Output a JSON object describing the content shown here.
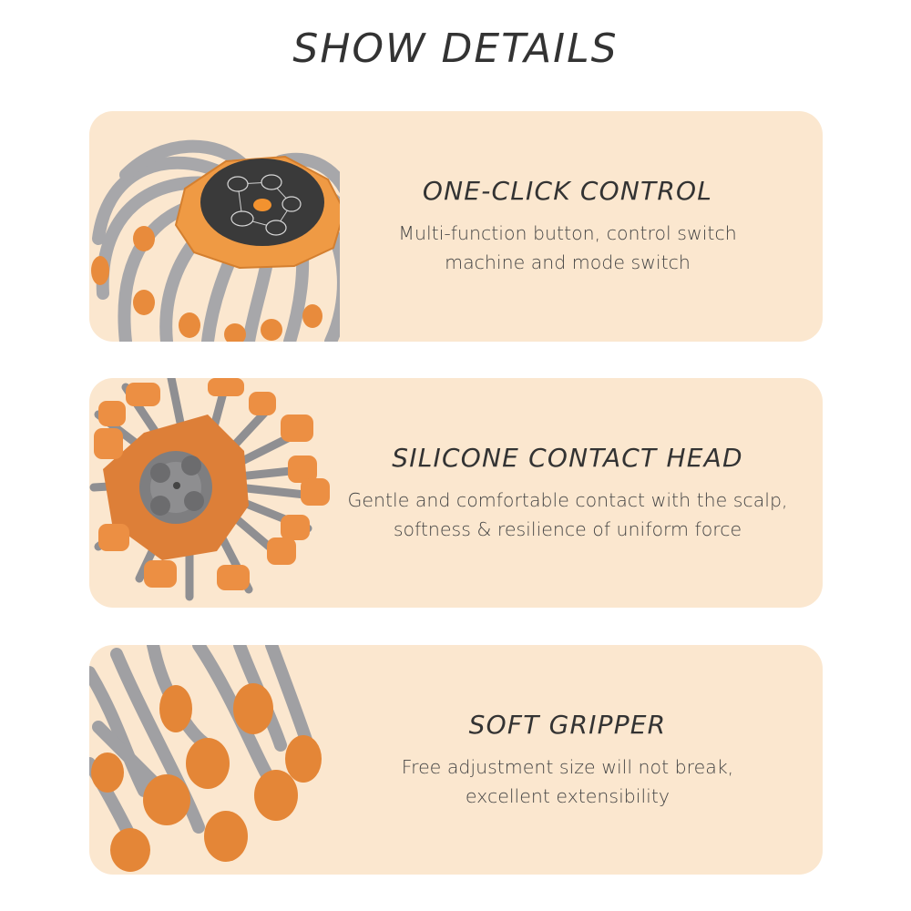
{
  "header": {
    "title": "SHOW DETAILS"
  },
  "colors": {
    "card_background": "#fbe7cf",
    "product_orange": "#e8893a",
    "product_gray": "#a9a9ab",
    "panel_dark": "#3a3a3a",
    "text": "#333333"
  },
  "cards": [
    {
      "title": "ONE-CLICK CONTROL",
      "description_lines": [
        "Multi-function button, control switch",
        "machine and mode switch"
      ],
      "image": "massager-top-control-panel"
    },
    {
      "title": "SILICONE CONTACT HEAD",
      "description_lines": [
        "Gentle and comfortable contact with the scalp,",
        "softness & resilience of uniform force"
      ],
      "image": "massager-bottom-contact-heads"
    },
    {
      "title": "SOFT GRIPPER",
      "description_lines": [
        "Free adjustment size will not break,",
        "excellent extensibility"
      ],
      "image": "massager-gripper-claws"
    }
  ]
}
